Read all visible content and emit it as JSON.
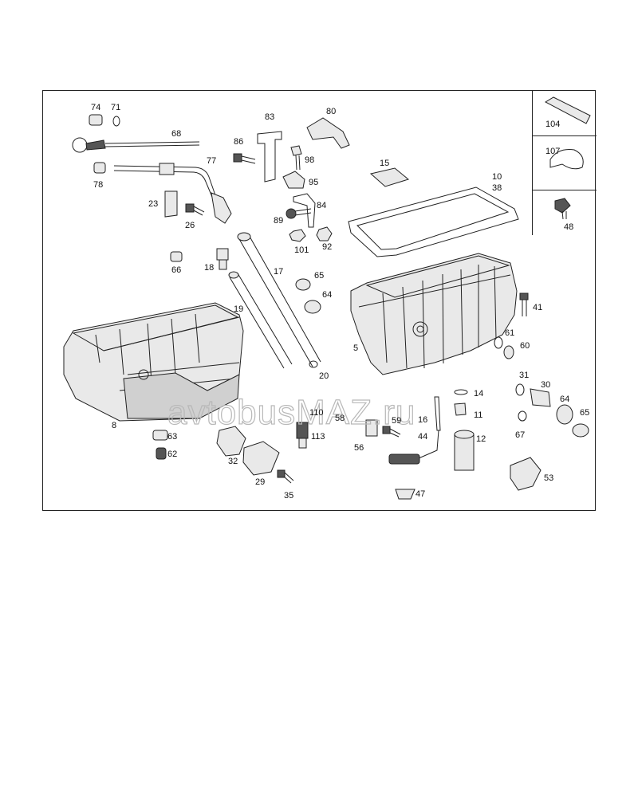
{
  "watermark": "avtobusMAZ.ru",
  "diagram_labels": {
    "p74": "74",
    "p71": "71",
    "p68": "68",
    "p78": "78",
    "p77": "77",
    "p83": "83",
    "p80": "80",
    "p86": "86",
    "p98": "98",
    "p95": "95",
    "p84": "84",
    "p89": "89",
    "p101": "101",
    "p92": "92",
    "p23": "23",
    "p26": "26",
    "p66": "66",
    "p18": "18",
    "p17": "17",
    "p19": "19",
    "p65a": "65",
    "p64a": "64",
    "p20": "20",
    "p15": "15",
    "p10": "10",
    "p38": "38",
    "p5": "5",
    "p41": "41",
    "p61": "61",
    "p60": "60",
    "p8": "8",
    "p14": "14",
    "p31": "31",
    "p30": "30",
    "p64b": "64",
    "p65b": "65",
    "p67": "67",
    "p11": "11",
    "p16": "16",
    "p59": "59",
    "p58": "58",
    "p110": "110",
    "p113": "113",
    "p44": "44",
    "p12": "12",
    "p56": "56",
    "p63": "63",
    "p62": "62",
    "p32": "32",
    "p29": "29",
    "p35": "35",
    "p47": "47",
    "p53": "53",
    "p104": "104",
    "p107": "107",
    "p48": "48"
  }
}
